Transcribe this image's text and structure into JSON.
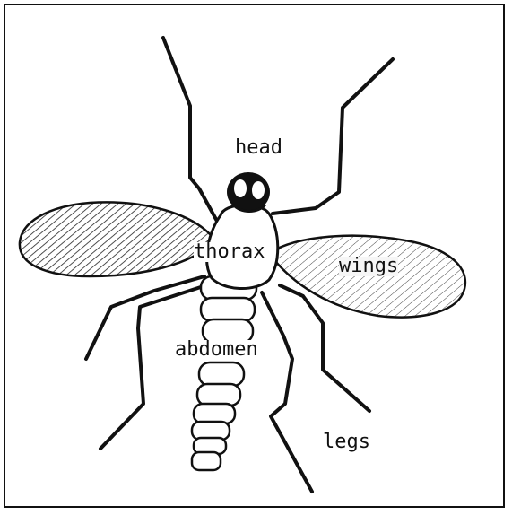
{
  "diagram": {
    "subject": "mosquito",
    "labels": {
      "head": "head",
      "thorax": "thorax",
      "wings": "wings",
      "abdomen": "abdomen",
      "legs": "legs"
    },
    "colors": {
      "ink": "#111111",
      "paper": "#ffffff"
    }
  }
}
